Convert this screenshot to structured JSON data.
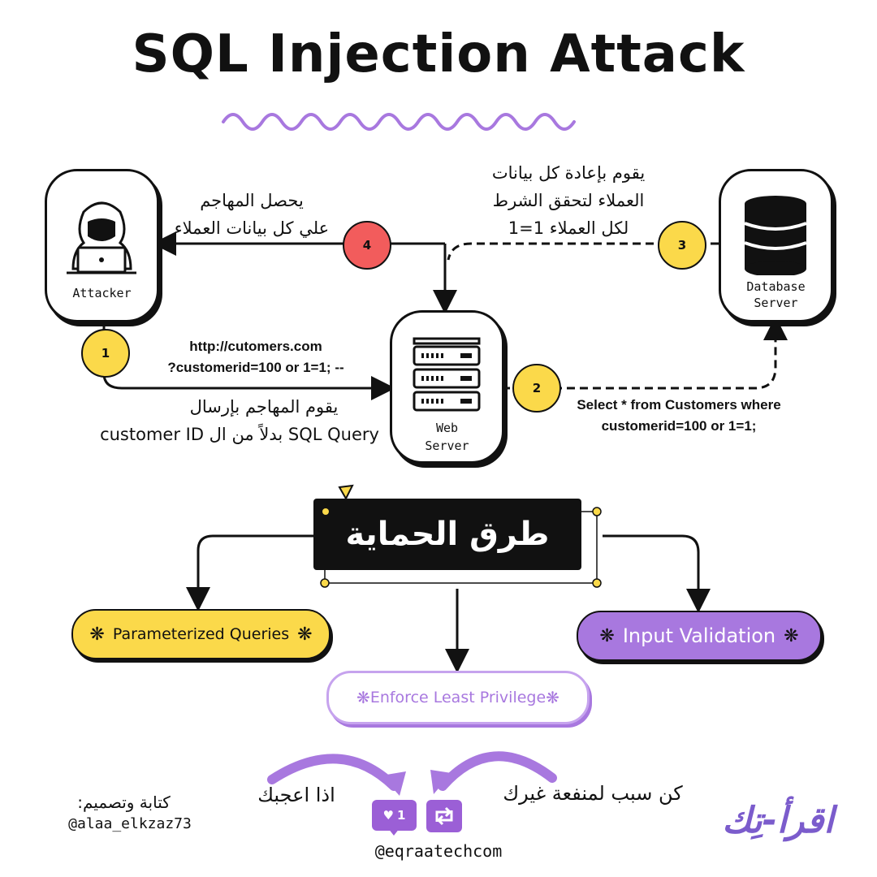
{
  "title": "SQL Injection Attack",
  "nodes": {
    "attacker": "Attacker",
    "web_server_1": "Web",
    "web_server_2": "Server",
    "db_server_1": "Database",
    "db_server_2": "Server"
  },
  "steps": {
    "s1": "1",
    "s2": "2",
    "s3": "3",
    "s4": "4"
  },
  "texts": {
    "step4_ar_1": "يحصل المهاجم",
    "step4_ar_2": "علي كل بيانات العملاء",
    "step3_ar_1": "يقوم بإعادة كل بيانات",
    "step3_ar_2": "العملاء لتحقق الشرط",
    "step3_ar_3": "لكل العملاء 1=1",
    "step1_url_1": "http://cutomers.com",
    "step1_url_2": "?customerid=100 or 1=1; --",
    "step1_ar_1": "يقوم المهاجم بإرسال",
    "step1_ar_2": "SQL Query بدلاً من ال customer ID",
    "step2_sql_1": "Select * from Customers where",
    "step2_sql_2": "customerid=100 or 1=1;"
  },
  "protection": {
    "heading": "طرق الحماية",
    "parameterized": "Parameterized Queries",
    "validation": "Input Validation",
    "least_privilege": "Enforce Least Privilege",
    "star": "❋"
  },
  "footer": {
    "if_liked": "اذا اعجبك",
    "be_reason": "كن سبب لمنفعة غيرك",
    "like_count": "1",
    "handle": "@eqraatechcom",
    "credit_label": "كتابة وتصميم:",
    "credit_handle": "@alaa_elkzaz73",
    "logo_text": "اقرأ-تِك"
  },
  "colors": {
    "yellow": "#fbd94a",
    "red": "#f25c5c",
    "purple": "#a878df",
    "purple_light": "#c6a3ee",
    "logo_purple": "#7b5ccc",
    "dark": "#111111"
  }
}
